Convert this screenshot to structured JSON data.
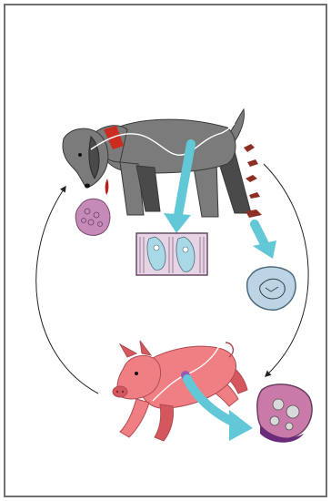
{
  "diagram": {
    "kind": "life-cycle",
    "hosts": [
      "dog",
      "pig"
    ],
    "stages": [
      {
        "id": "ingested-cyst",
        "icon": "tissue-cyst-icon"
      },
      {
        "id": "intestinal-stage",
        "icon": "intestinal-micrograph-icon"
      },
      {
        "id": "oocyst-in-feces",
        "icon": "oocyst-icon"
      },
      {
        "id": "muscle-cyst",
        "icon": "muscle-cyst-icon"
      }
    ],
    "colors": {
      "dog": "#7b7b7b",
      "dog_dark": "#4a4a4a",
      "collar": "#cc2b1f",
      "blood": "#b51e1e",
      "pig": "#f07f83",
      "pig_dark": "#d4575d",
      "arrow": "#62c7d6",
      "feces": "#8e2f24",
      "cyst_pink": "#c58ab7",
      "oocyst_blue": "#bcd4e4",
      "muscle_cyst": "#c97aa8",
      "nerve_line": "#ffffff",
      "frame": "#6f6f6f"
    }
  }
}
